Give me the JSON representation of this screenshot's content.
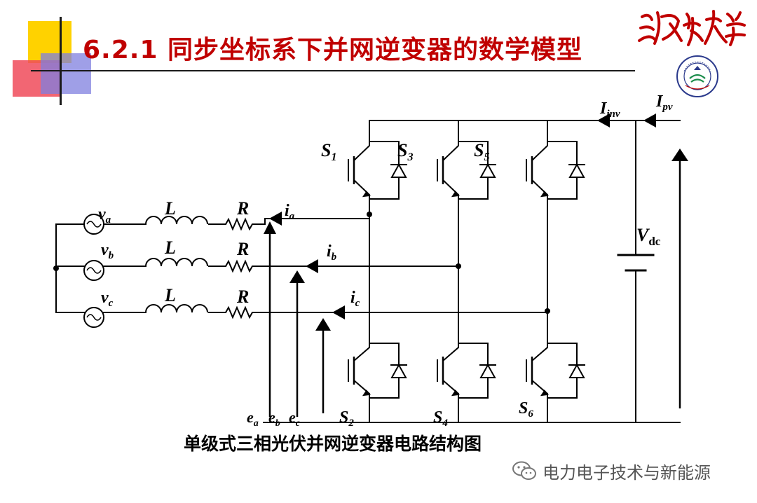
{
  "slide": {
    "title": "6.2.1  同步坐标系下并网逆变器的数学模型",
    "caption": "单级式三相光伏并网逆变器电路结构图",
    "watermark": "电力电子技术与新能源",
    "university_logo_text": "济南大学",
    "seal_text": "UNIVERSITY OF JINAN",
    "seal_year": "1948",
    "colors": {
      "title": "#c00000",
      "deco_yellow": "#ffd200",
      "deco_red": "#f04b5a",
      "deco_blue": "#7f7fdf",
      "line": "#000000"
    }
  },
  "circuit": {
    "sources": [
      {
        "sym": "v",
        "sub": "a"
      },
      {
        "sym": "v",
        "sub": "b"
      },
      {
        "sym": "v",
        "sub": "c"
      }
    ],
    "inductor_label": "L",
    "resistor_label": "R",
    "currents": [
      {
        "sym": "i",
        "sub": "a"
      },
      {
        "sym": "i",
        "sub": "b"
      },
      {
        "sym": "i",
        "sub": "c"
      }
    ],
    "emfs": [
      {
        "sym": "e",
        "sub": "a"
      },
      {
        "sym": "e",
        "sub": "b"
      },
      {
        "sym": "e",
        "sub": "c"
      }
    ],
    "switches_upper": [
      {
        "sym": "S",
        "sub": "1"
      },
      {
        "sym": "S",
        "sub": "3"
      },
      {
        "sym": "S",
        "sub": "5"
      }
    ],
    "switches_lower": [
      {
        "sym": "S",
        "sub": "2"
      },
      {
        "sym": "S",
        "sub": "4"
      },
      {
        "sym": "S",
        "sub": "6"
      }
    ],
    "inverter_current": {
      "sym": "I",
      "sub": "inv"
    },
    "pv_current": {
      "sym": "I",
      "sub": "pv"
    },
    "dc_voltage": {
      "sym": "V",
      "sub": "dc"
    }
  }
}
